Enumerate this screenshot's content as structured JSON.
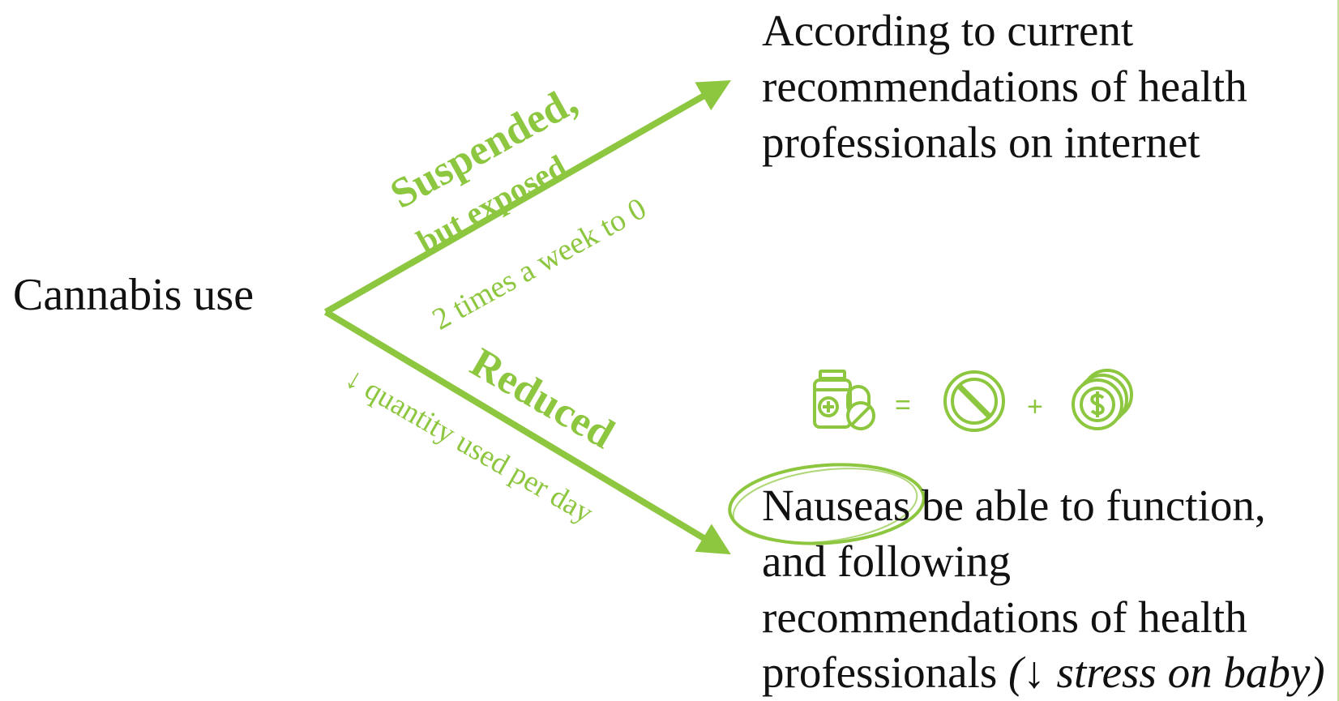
{
  "root": {
    "label": "Cannabis use"
  },
  "branch_up": {
    "title": "Suspended,",
    "subtitle": "but exposed",
    "note": "2 times a week to 0",
    "outcome": "According to current recommendations of health professionals on internet"
  },
  "branch_down": {
    "title": "Reduced",
    "note": "↓ quantity used per day",
    "outcome_line1_circled": "Nauseas",
    "outcome_line1_rest": " be able to function,",
    "outcome_line2": "and following",
    "outcome_line3": "recommendations of health",
    "outcome_line4_text": "professionals ",
    "outcome_line4_italic": "(↓ stress on baby)"
  },
  "icon_equation": {
    "icons": [
      "medication-bottle-pill-icon",
      "prohibited-icon",
      "dollar-coins-icon"
    ],
    "equals": "=",
    "plus": "+"
  },
  "colors": {
    "accent": "#8dc63f",
    "text": "#111111"
  }
}
